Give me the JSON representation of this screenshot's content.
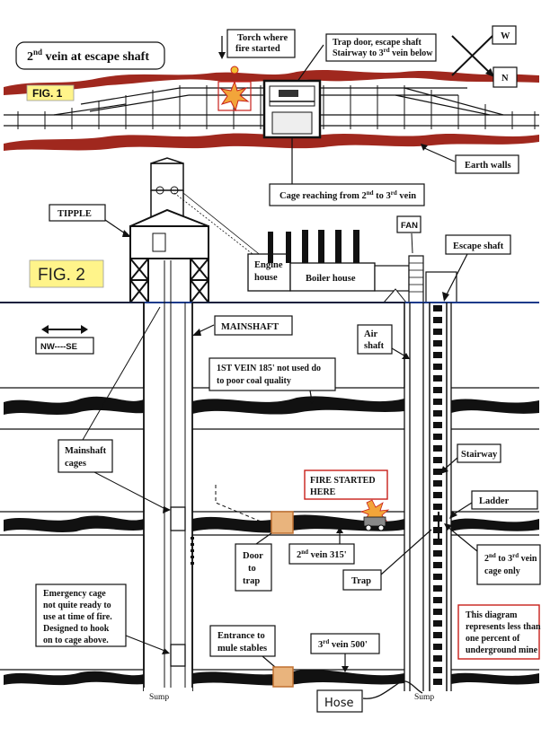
{
  "fig1": {
    "fig_label": "FIG. 1",
    "title_prefix": "2",
    "title_sup": "nd",
    "title_suffix": " vein at escape shaft",
    "torch_line1": "Torch where",
    "torch_line2": "fire started",
    "trap_line1": "Trap door, escape shaft",
    "trap_line2_a": "Stairway to 3",
    "trap_line2_sup": "rd",
    "trap_line2_b": " vein below",
    "earth_walls": "Earth walls",
    "cage_a": "Cage reaching from 2",
    "cage_sup1": "nd",
    "cage_b": " to 3",
    "cage_sup2": "rd",
    "cage_c": " vein",
    "compass_w": "W",
    "compass_n": "N"
  },
  "fig2": {
    "fig_label": "FIG.  2",
    "tipple": "TIPPLE",
    "engine_house_1": "Engine",
    "engine_house_2": "house",
    "boiler_house": "Boiler house",
    "fan": "FAN",
    "escape_shaft": "Escape shaft",
    "direction": "NW----SE",
    "mainshaft": "MAINSHAFT",
    "air_shaft_1": "Air",
    "air_shaft_2": "shaft",
    "vein1_line1": "1ST VEIN 185' not used do",
    "vein1_line2": "to poor coal quality",
    "mainshaft_cages_1": "Mainshaft",
    "mainshaft_cages_2": "cages",
    "stairway": "Stairway",
    "fire_line1": "FIRE STARTED",
    "fire_line2": "HERE",
    "ladder": "Ladder",
    "door_1": "Door",
    "door_2": "to",
    "door_3": "trap",
    "vein2_a": "2",
    "vein2_sup": "nd",
    "vein2_b": " vein 315'",
    "trap": "Trap",
    "cage_only_1a": "2",
    "cage_only_1sup": "nd",
    "cage_only_1b": " to 3",
    "cage_only_1sup2": "rd",
    "cage_only_1c": " vein",
    "cage_only_2": "cage only",
    "emergency_1": "Emergency cage",
    "emergency_2": "not quite ready to",
    "emergency_3": "use at time of fire.",
    "emergency_4": "Designed to hook",
    "emergency_5": "on to cage above.",
    "entrance_1": "Entrance to",
    "entrance_2": "mule stables",
    "vein3_a": "3",
    "vein3_sup": "rd",
    "vein3_b": " vein 500'",
    "note_1": "This diagram",
    "note_2": "represents less than",
    "note_3": "one percent of",
    "note_4": "underground mine",
    "sump_left": "Sump",
    "sump_right": "Sump",
    "hose": "Hose"
  },
  "colors": {
    "earth_red": "#a0281e",
    "coal_black": "#111111",
    "fig_label_bg": "#fff48a",
    "fire_red": "#c8201a",
    "door_fill": "#e9b47d",
    "surface_blue": "#1a3a8a"
  }
}
